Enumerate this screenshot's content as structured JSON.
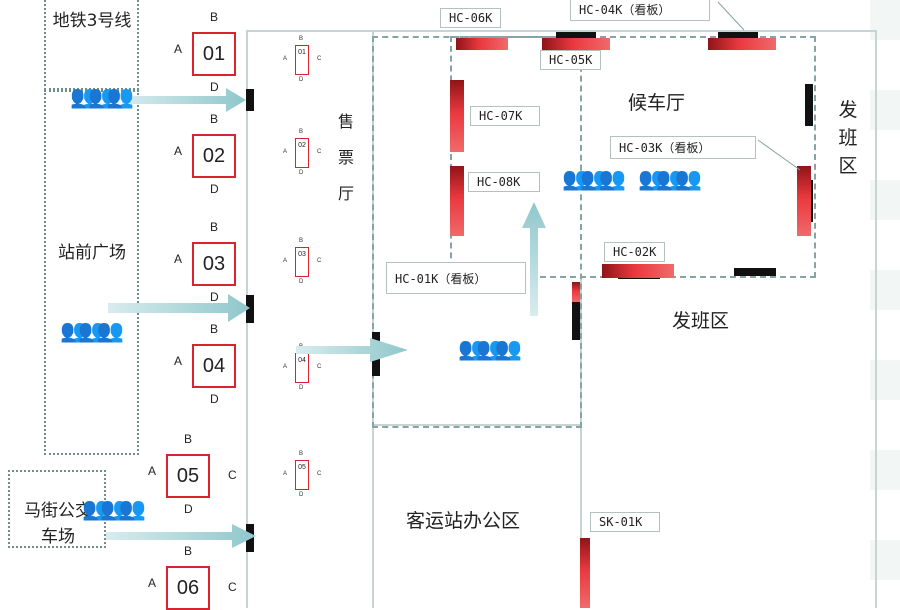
{
  "areas": {
    "metro": "地铁3号线",
    "plaza": "站前广场",
    "bus": "马街公交车场",
    "ticket_hall": "售票厅",
    "waiting_hall": "候车厅",
    "dispatch_right": "发班区",
    "dispatch_mid": "发班区",
    "office": "客运站办公区"
  },
  "gates": [
    {
      "num": "01",
      "top": "B",
      "left": "A",
      "bottom": "D",
      "right": ""
    },
    {
      "num": "02",
      "top": "B",
      "left": "A",
      "bottom": "D",
      "right": ""
    },
    {
      "num": "03",
      "top": "B",
      "left": "A",
      "bottom": "D",
      "right": ""
    },
    {
      "num": "04",
      "top": "B",
      "left": "A",
      "bottom": "D",
      "right": ""
    },
    {
      "num": "05",
      "top": "B",
      "left": "A",
      "bottom": "D",
      "right": "C"
    },
    {
      "num": "06",
      "top": "B",
      "left": "A",
      "bottom": "",
      "right": "C"
    }
  ],
  "mini_gates": [
    {
      "num": "01",
      "top": "B",
      "left": "A",
      "right": "C",
      "bottom": "D"
    },
    {
      "num": "02",
      "top": "B",
      "left": "A",
      "right": "C",
      "bottom": "D"
    },
    {
      "num": "03",
      "top": "B",
      "left": "A",
      "right": "C",
      "bottom": "D"
    },
    {
      "num": "04",
      "top": "B",
      "left": "A",
      "right": "C",
      "bottom": "D"
    },
    {
      "num": "05",
      "top": "B",
      "left": "A",
      "right": "C",
      "bottom": "D"
    }
  ],
  "screens": {
    "hc06": "HC-06K",
    "hc05": "HC-05K",
    "hc04": "HC-04K（看板）",
    "hc07": "HC-07K",
    "hc03": "HC-03K（看板）",
    "hc08": "HC-08K",
    "hc02": "HC-02K",
    "hc01": "HC-01K（看板）",
    "sk01": "SK-01K"
  },
  "icons": {
    "crowd": "people-crowd-icon",
    "arrow": "flow-arrow-icon"
  },
  "colors": {
    "gate_border": "#d9232e",
    "arrow": "#a9d3d6",
    "screen": "#e9383f",
    "dashed_border": "#86a3a6"
  }
}
